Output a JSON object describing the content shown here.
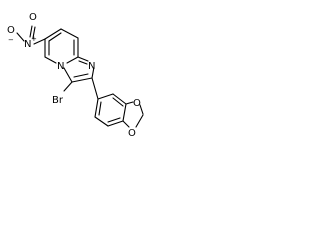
{
  "structure": {
    "atoms": {
      "nitro_o_minus": "O",
      "nitro_minus_charge": "−",
      "nitro_n": "N",
      "nitro_plus_charge": "+",
      "nitro_o": "O",
      "ring_n_bridgehead": "N",
      "ring_n_imine": "N",
      "bromine": "Br",
      "dioxole_o1": "O",
      "dioxole_o2": "O"
    }
  }
}
